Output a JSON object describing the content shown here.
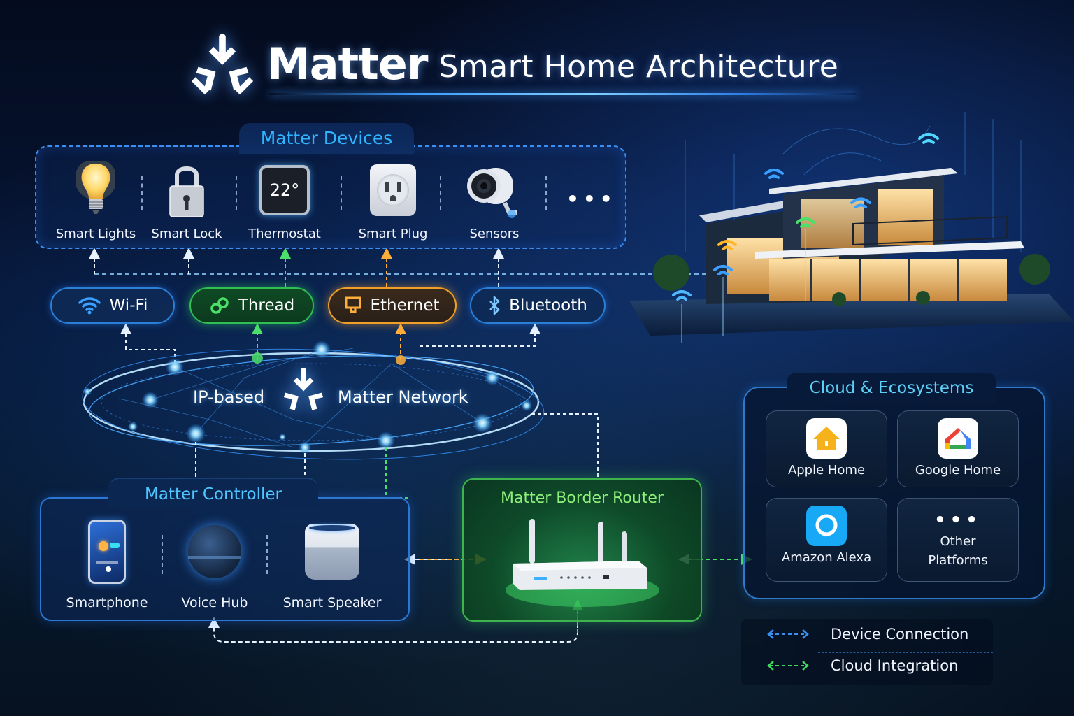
{
  "header": {
    "title_bold": "Matter",
    "title_rest": "Smart Home Architecture",
    "logo_icon": "matter-logo-icon"
  },
  "devices_panel": {
    "title": "Matter Devices",
    "items": [
      {
        "label": "Smart Lights",
        "icon": "light-bulb-icon"
      },
      {
        "label": "Smart Lock",
        "icon": "padlock-icon"
      },
      {
        "label": "Thermostat",
        "icon": "thermostat-icon",
        "display_value": "22°"
      },
      {
        "label": "Smart Plug",
        "icon": "power-outlet-icon"
      },
      {
        "label": "Sensors",
        "icon": "camera-sensor-icon"
      }
    ],
    "more": "•••"
  },
  "protocols": [
    {
      "label": "Wi-Fi",
      "icon": "wifi-icon",
      "color": "#2b7fd6"
    },
    {
      "label": "Thread",
      "icon": "thread-icon",
      "color": "#2fbf53"
    },
    {
      "label": "Ethernet",
      "icon": "ethernet-icon",
      "color": "#f0a028"
    },
    {
      "label": "Bluetooth",
      "icon": "bluetooth-icon",
      "color": "#2b7fd6"
    }
  ],
  "network": {
    "left_label": "IP-based",
    "right_label": "Matter Network",
    "icon": "matter-logo-icon"
  },
  "controller_panel": {
    "title": "Matter Controller",
    "items": [
      {
        "label": "Smartphone",
        "icon": "smartphone-icon"
      },
      {
        "label": "Voice Hub",
        "icon": "voice-hub-icon"
      },
      {
        "label": "Smart Speaker",
        "icon": "smart-speaker-icon"
      }
    ]
  },
  "border_router": {
    "title": "Matter Border Router",
    "icon": "router-icon"
  },
  "cloud_panel": {
    "title": "Cloud & Ecosystems",
    "items": [
      {
        "label": "Apple Home",
        "icon": "apple-home-icon"
      },
      {
        "label": "Google Home",
        "icon": "google-home-icon"
      },
      {
        "label": "Amazon Alexa",
        "icon": "alexa-icon"
      },
      {
        "label_line1": "Other",
        "label_line2": "Platforms",
        "icon": "more-dots-icon"
      }
    ]
  },
  "legend": {
    "items": [
      {
        "label": "Device Connection",
        "color": "#3a8ff0"
      },
      {
        "label": "Cloud Integration",
        "color": "#3fd45a"
      }
    ]
  },
  "colors": {
    "accent_blue": "#2fb4ff",
    "thread_green": "#2fbf53",
    "ethernet_orange": "#f0a028",
    "router_green": "#8ef07a"
  }
}
